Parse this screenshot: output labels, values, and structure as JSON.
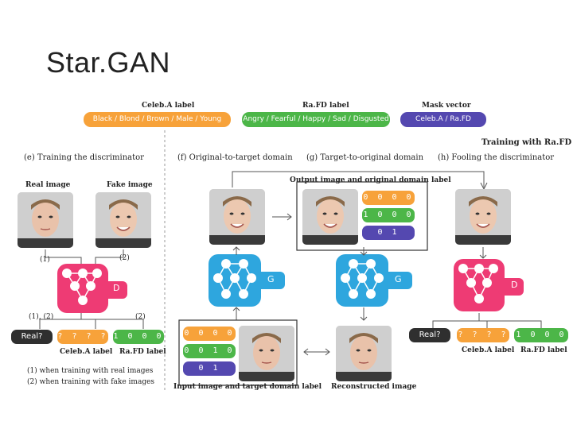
{
  "slide": {
    "title": "Star.GAN"
  },
  "colors": {
    "orange": "#F7A23A",
    "green": "#4CB648",
    "purple": "#5448B0",
    "pink": "#EE3B74",
    "blue": "#2EA6DE",
    "dark": "#2F2F2F"
  },
  "legend": {
    "celeba_heading": "Celeb.A label",
    "celeba_values": "Black / Blond / Brown / Male / Young",
    "rafd_heading": "Ra.FD label",
    "rafd_values": "Angry / Fearful / Happy / Sad / Disgusted",
    "mask_heading": "Mask vector",
    "mask_values": "Celeb.A / Ra.FD"
  },
  "panels": {
    "training_with": "Training with Ra.FD",
    "e": "(e) Training the discriminator",
    "f": "(f) Original-to-target domain",
    "g": "(g) Target-to-original domain",
    "h": "(h) Fooling the discriminator"
  },
  "labels": {
    "real_image": "Real image",
    "fake_image": "Fake image",
    "output_label": "Output image and original domain label",
    "input_label": "Input image and target domain label",
    "reconstructed": "Reconstructed image",
    "mark1": "(1)",
    "mark2": "(2)",
    "mark12": "(1), (2)",
    "mark2b": "(2)",
    "note1": "(1) when training with real images",
    "note2": "(2) when training with fake images",
    "celeba_label": "Celeb.A label",
    "rafd_label": "Ra.FD label",
    "celeba_label_h": "Celeb.A label",
    "rafd_label_h": "Ra.FD label"
  },
  "nets": {
    "D": "D",
    "G": "G"
  },
  "codes": {
    "real_q": "Real?",
    "unknown": "? ? ? ? ?",
    "rafd_out": "1 0 0 0 0",
    "top_orange": "0 0 0 0 0",
    "top_green": "1 0 0 0 0",
    "top_mask": "0   1",
    "in_orange": "0 0 0 0 0",
    "in_green": "0 0 1 0 0",
    "in_mask": "0   1"
  }
}
